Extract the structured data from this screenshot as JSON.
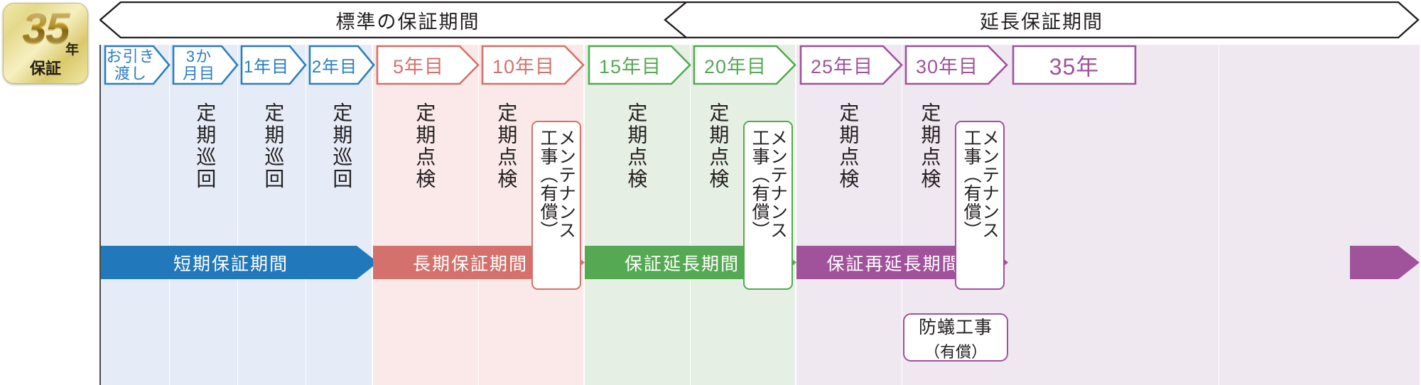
{
  "seal": {
    "number": "35",
    "unit": "年",
    "label": "保証"
  },
  "headers": [
    {
      "name": "standard",
      "text": "標準の保証期間"
    },
    {
      "name": "extended",
      "text": "延長保証期間"
    }
  ],
  "colors": {
    "blue": "#2b7ec1",
    "blue_light": "#e5ecf7",
    "red": "#d4716c",
    "red_light": "#fae9e8",
    "green": "#54a952",
    "green_light": "#e5efe3",
    "purple": "#a0529b",
    "purple_light": "#f0e8f0",
    "ink": "#231f20"
  },
  "columns": [
    {
      "name": "delivery",
      "tag": "お引き渡し",
      "tag_lines": [
        "お引き",
        "渡し"
      ],
      "group": "blue",
      "task": ""
    },
    {
      "name": "month3",
      "tag": "3か月目",
      "tag_lines": [
        "3か",
        "月目"
      ],
      "group": "blue",
      "task": "定期巡回"
    },
    {
      "name": "year1",
      "tag": "1年目",
      "tag_lines": [
        "1年目"
      ],
      "group": "blue",
      "task": "定期巡回"
    },
    {
      "name": "year2",
      "tag": "2年目",
      "tag_lines": [
        "2年目"
      ],
      "group": "blue",
      "task": "定期巡回"
    },
    {
      "name": "year5",
      "tag": "5年目",
      "tag_lines": [
        "5年目"
      ],
      "group": "red",
      "task": "定期点検"
    },
    {
      "name": "year10",
      "tag": "10年目",
      "tag_lines": [
        "10年目"
      ],
      "group": "red",
      "task": "定期点検"
    },
    {
      "name": "year15",
      "tag": "15年目",
      "tag_lines": [
        "15年目"
      ],
      "group": "green",
      "task": "定期点検"
    },
    {
      "name": "year20",
      "tag": "20年目",
      "tag_lines": [
        "20年目"
      ],
      "group": "green",
      "task": "定期点検"
    },
    {
      "name": "year25",
      "tag": "25年目",
      "tag_lines": [
        "25年目"
      ],
      "group": "purple",
      "task": "定期点検"
    },
    {
      "name": "year30",
      "tag": "30年目",
      "tag_lines": [
        "30年目"
      ],
      "group": "purple",
      "task": "定期点検"
    },
    {
      "name": "year35",
      "tag": "35年",
      "tag_lines": [
        "35年"
      ],
      "group": "purple",
      "task": ""
    }
  ],
  "maintenance_boxes": [
    {
      "name": "maintenance-year10",
      "line1": "メンテナンス",
      "line2": "工事（有償）",
      "color": "#d4716c"
    },
    {
      "name": "maintenance-year20",
      "line1": "メンテナンス",
      "line2": "工事（有償）",
      "color": "#54a952"
    },
    {
      "name": "maintenance-year30",
      "line1": "メンテナンス",
      "line2": "工事（有償）",
      "color": "#a0529b"
    }
  ],
  "bands": [
    {
      "name": "short-warranty",
      "text": "短期保証期間",
      "color": "#2178ba"
    },
    {
      "name": "long-warranty",
      "text": "長期保証期間",
      "color": "#d4716c"
    },
    {
      "name": "extended-warranty",
      "text": "保証延長期間",
      "color": "#54a952"
    },
    {
      "name": "re-extended-warranty",
      "text": "保証再延長期間",
      "color": "#a0529b"
    }
  ],
  "termite_box": {
    "name": "termite-treatment",
    "line1": "防蟻工事",
    "line2": "（有償）"
  }
}
